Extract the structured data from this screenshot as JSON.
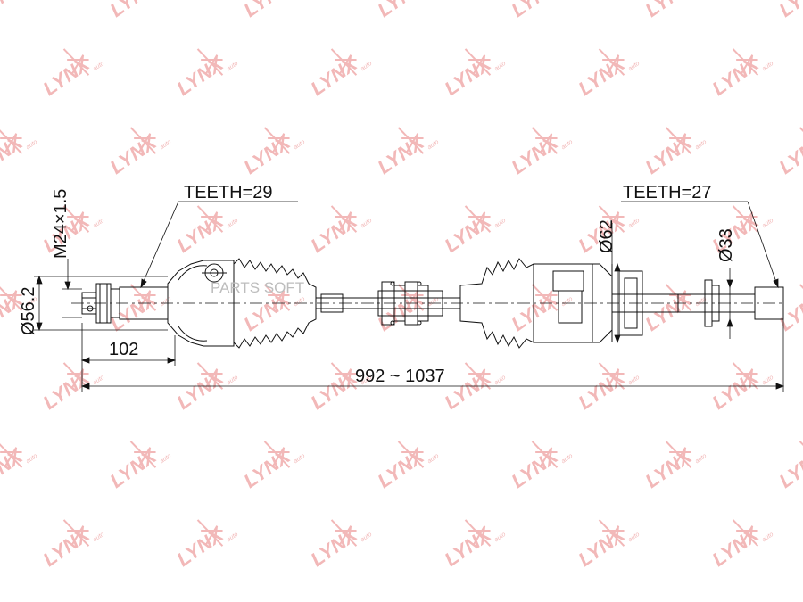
{
  "watermark": {
    "brand": "LYNX",
    "sub": "auto"
  },
  "overlay_text": "PARTS SOFT",
  "labels": {
    "teeth_left": "TEETH=29",
    "teeth_right": "TEETH=27",
    "thread": "M24×1.5",
    "dia_outer_left": "Ø56.2",
    "dia_cv_right": "Ø62",
    "dia_shaft_right": "Ø33",
    "len_left": "102",
    "len_total": "992 ~ 1037"
  },
  "colors": {
    "watermark": "#f2b8b8",
    "line": "#111111"
  }
}
